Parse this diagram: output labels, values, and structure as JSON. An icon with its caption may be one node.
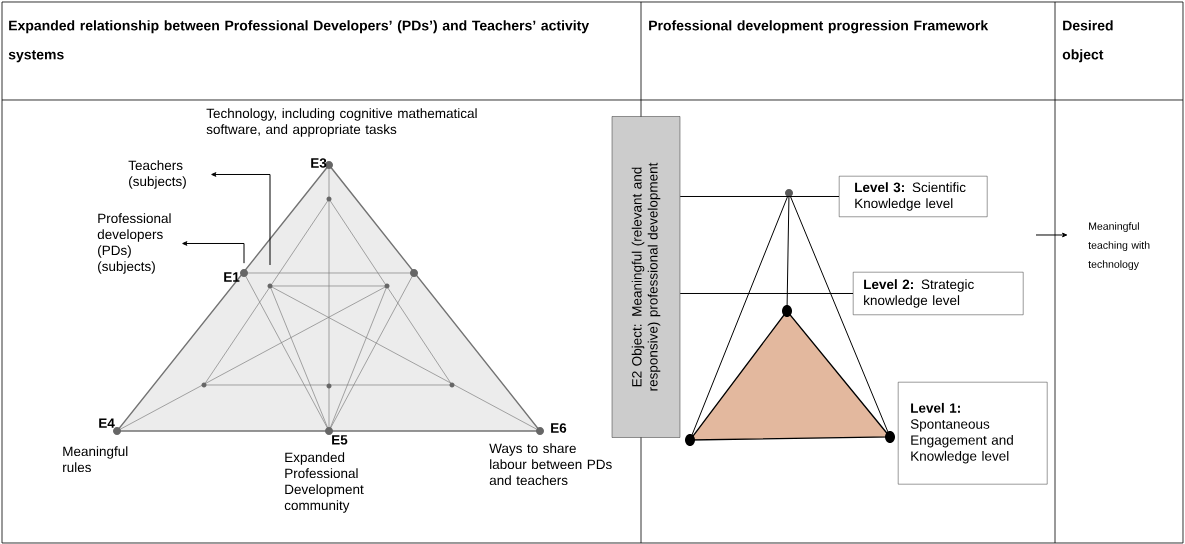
{
  "diagram": {
    "nodes": [
      {
        "text": [
          "E2 Object: Meaningful (relevant and responsive) professional development"
        ]
      },
      {
        "text": [
          "**Level 3:** Scientific Knowledge level"
        ]
      },
      {
        "text": [
          "**Level 2:** Strategic knowledge level"
        ]
      },
      {
        "text": [
          "**Level 1:** Spontaneous Engagement and Knowledge level"
        ]
      },
      {
        "text": [
          "Teachers (subjects)"
        ]
      },
      {
        "text": [
          "Professional developers (PDs) (subjects)"
        ]
      },
      {
        "text": [
          "Meaningful teaching with technology"
        ]
      },
      {
        "text": [
          "E1"
        ]
      }
    ],
    "edges": [
      {
        "from": 0,
        "to": 1,
        "arrow": "none"
      },
      {
        "from": 0,
        "to": 2,
        "arrow": "none"
      },
      {
        "from": null,
        "to": 4,
        "arrow": "to"
      },
      {
        "from": 7,
        "to": 5,
        "arrow": "to"
      },
      {
        "from": null,
        "to": 6,
        "arrow": "to"
      }
    ],
    "labels": [
      "Expanded relationship between Professional Developers’ (PDs’) and Teachers’ activity systems",
      "Professional development progression Framework",
      "Desired object",
      "Technology, including cognitive mathematical software, and appropriate tasks",
      "E3",
      "E4",
      "E5",
      "E6",
      "Meaningful rules",
      "Expanded Professional Development community",
      "Ways to share labour between PDs and teachers"
    ]
  }
}
